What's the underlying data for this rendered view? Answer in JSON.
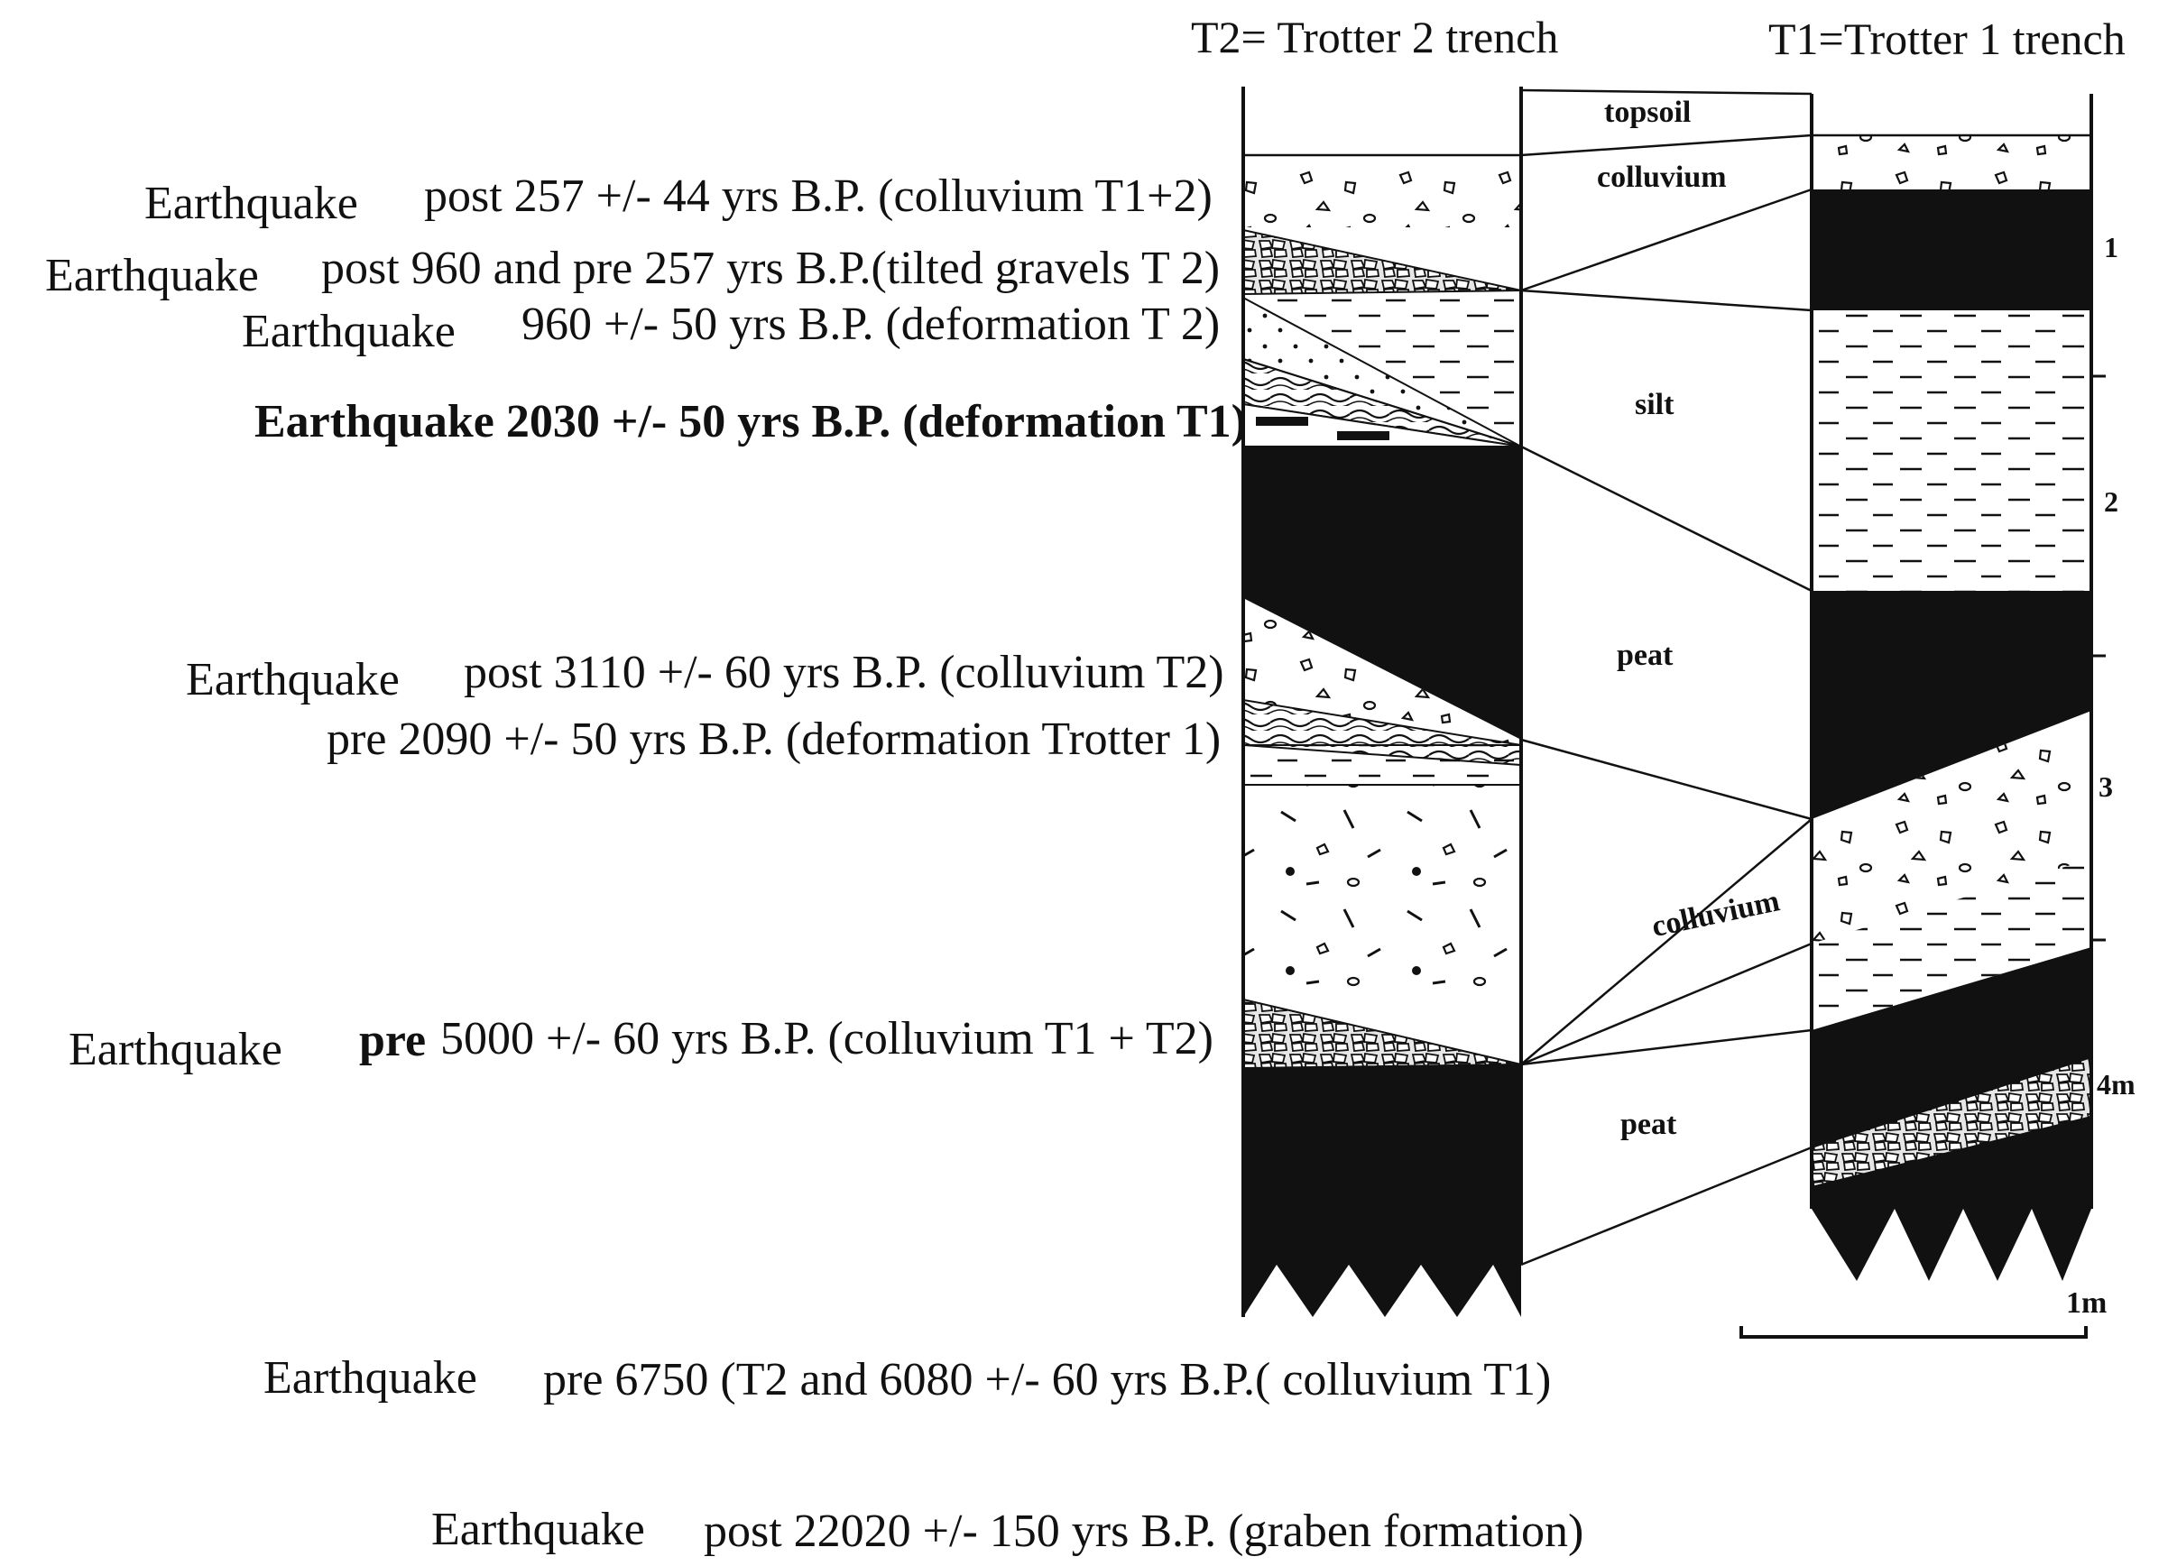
{
  "headers": {
    "t2": "T2= Trotter 2 trench",
    "t1": "T1=Trotter 1 trench"
  },
  "events": [
    {
      "label": "Earthquake",
      "detail": "post 257 +/- 44 yrs B.P. (colluvium T1+2)"
    },
    {
      "label": "Earthquake",
      "detail": "post 960 and pre 257 yrs B.P.(tilted gravels T 2)"
    },
    {
      "label": "Earthquake",
      "detail": "960 +/- 50 yrs B.P. (deformation T 2)"
    },
    {
      "label": "Earthquake 2030 +/- 50 yrs B.P. (deformation T1)"
    },
    {
      "label": "Earthquake",
      "detail": "post 3110 +/- 60 yrs B.P. (colluvium T2)"
    },
    {
      "detail": "pre 2090 +/- 50 yrs B.P. (deformation Trotter 1)"
    },
    {
      "label": "Earthquake",
      "prefix": "pre",
      "detail": "5000 +/- 60 yrs B.P. (colluvium T1 + T2)"
    },
    {
      "label": "Earthquake",
      "detail": "pre 6750 (T2 and 6080 +/- 60 yrs B.P.( colluvium T1)"
    },
    {
      "label": "Earthquake",
      "detail": "post 22020 +/- 150 yrs B.P. (graben formation)"
    }
  ],
  "units": {
    "topsoil": "topsoil",
    "colluvium_top": "colluvium",
    "silt": "silt",
    "peat_upper": "peat",
    "colluvium_mid": "colluvium",
    "peat_lower": "peat"
  },
  "depth_ticks": [
    "1",
    "2",
    "3",
    "4m"
  ],
  "scale_bar": "1m",
  "colors": {
    "ink": "#111111",
    "paper": "#ffffff"
  }
}
